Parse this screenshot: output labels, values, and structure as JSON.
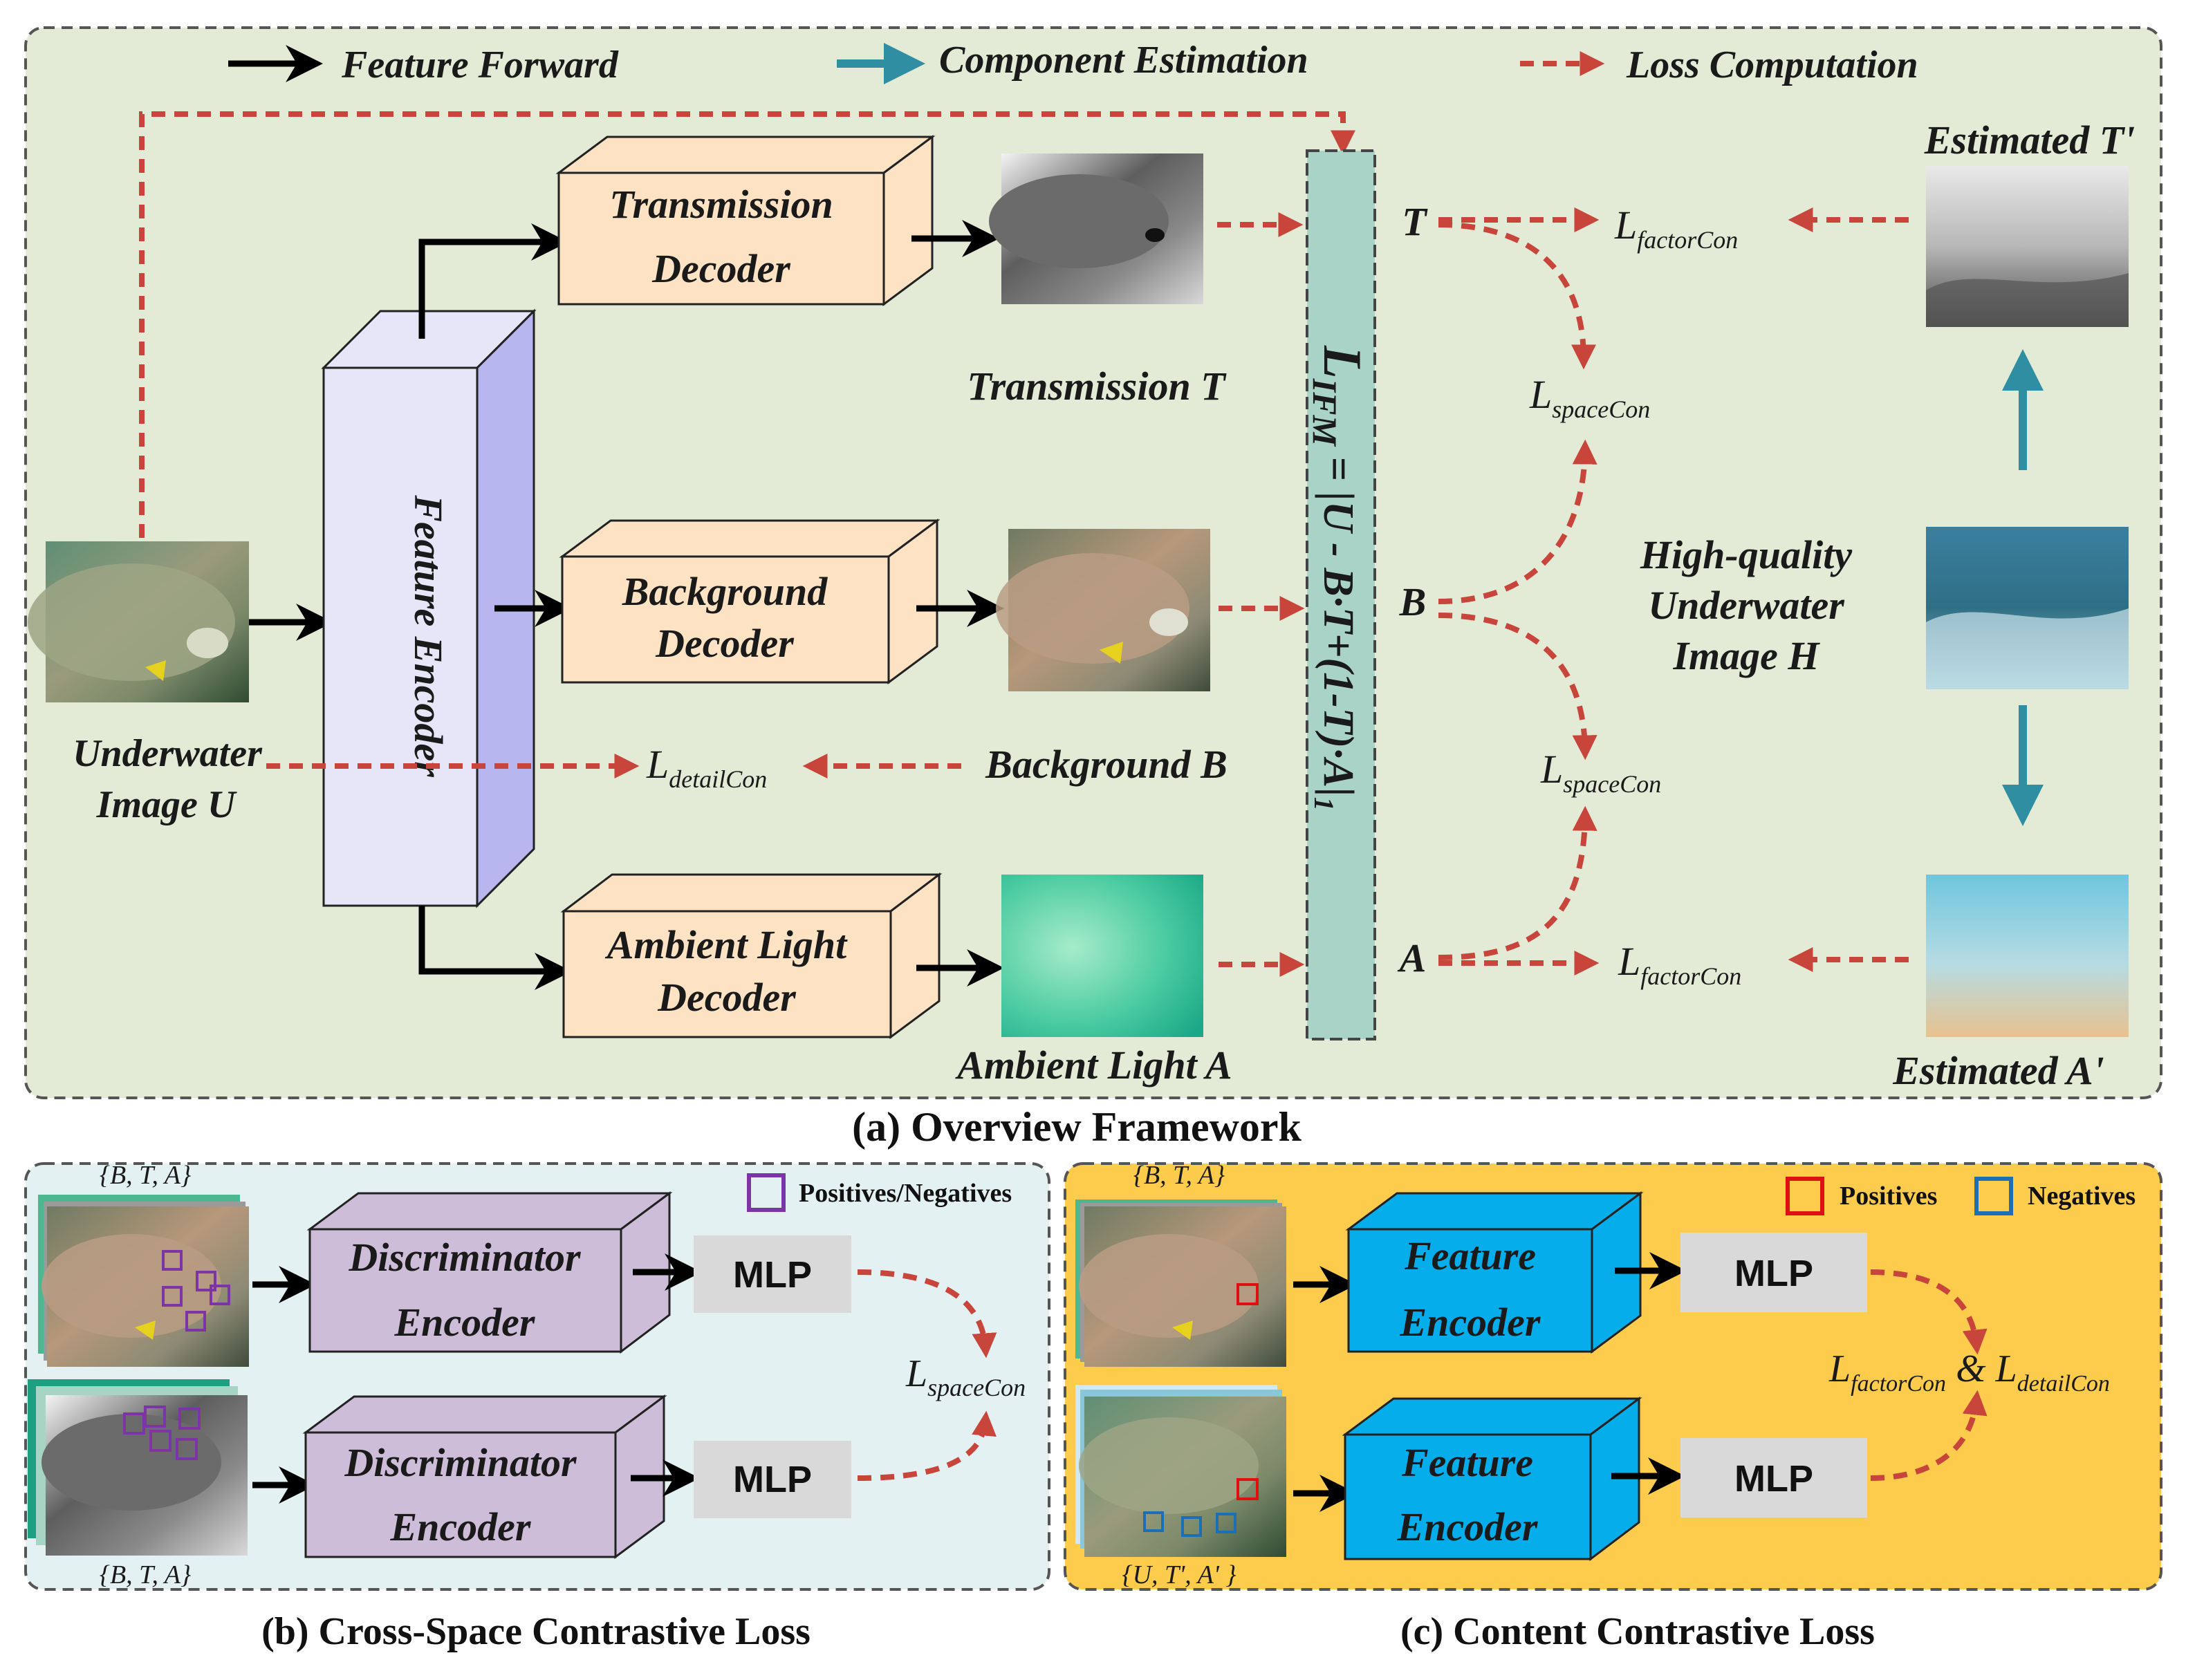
{
  "legend": {
    "feature_forward": "Feature Forward",
    "component_estimation": "Component Estimation",
    "loss_computation": "Loss Computation"
  },
  "panel_a": {
    "title": "(a) Overview Framework",
    "encoder": "Feature Encoder",
    "transmission_decoder": [
      "Transmission",
      "Decoder"
    ],
    "background_decoder": [
      "Background",
      "Decoder"
    ],
    "ambient_decoder": [
      "Ambient Light",
      "Decoder"
    ],
    "input_label": [
      "Underwater",
      "Image U"
    ],
    "transmission_label": "Transmission T",
    "background_label": "Background B",
    "ambient_label": "Ambient Light A",
    "ifm_loss": "L",
    "ifm_sub": "IFM",
    "ifm_formula": " = |U - B·T+(1-T)·A|",
    "ifm_norm": "1",
    "var_t": "T",
    "var_b": "B",
    "var_a": "A",
    "l_factor_top": {
      "base": "L",
      "sub": "factorCon"
    },
    "l_space_top": {
      "base": "L",
      "sub": "spaceCon"
    },
    "l_space_bottom": {
      "base": "L",
      "sub": "spaceCon"
    },
    "l_factor_bottom": {
      "base": "L",
      "sub": "factorCon"
    },
    "l_detail": {
      "base": "L",
      "sub": "detailCon"
    },
    "estimated_t": "Estimated T'",
    "estimated_a": "Estimated A'",
    "hq_label": [
      "High-quality",
      "Underwater",
      "Image H"
    ]
  },
  "panel_b": {
    "title": "(b) Cross-Space Contrastive Loss",
    "set_top": "{B, T, A}",
    "set_bottom": "{B, T, A}",
    "legend": "Positives/Negatives",
    "encoder_top": [
      "Discriminator",
      "Encoder"
    ],
    "encoder_bottom": [
      "Discriminator",
      "Encoder"
    ],
    "mlp_top": "MLP",
    "mlp_bottom": "MLP",
    "loss": {
      "base": "L",
      "sub": "spaceCon"
    }
  },
  "panel_c": {
    "title": "(c) Content Contrastive Loss",
    "set_top": "{B, T, A}",
    "set_bottom": "{U, T', A' }",
    "legend_pos": "Positives",
    "legend_neg": "Negatives",
    "encoder_top": [
      "Feature",
      "Encoder"
    ],
    "encoder_bottom": [
      "Feature",
      "Encoder"
    ],
    "mlp_top": "MLP",
    "mlp_bottom": "MLP",
    "loss_a": {
      "base": "L",
      "sub": "factorCon"
    },
    "loss_amp": " & ",
    "loss_b": {
      "base": "L",
      "sub": "detailCon"
    }
  },
  "colors": {
    "panel_a_bg": "#e3ead6",
    "panel_b_bg": "#e4f1f3",
    "panel_c_bg": "#fecc4d",
    "decoder": "#fde3c4",
    "encoder": "#e6e6f8",
    "encoder_side": "#b7b6ee",
    "ifm_bar": "#a9d3c6",
    "disc_encoder": "#cebdd9",
    "feat_encoder": "#05aeeb",
    "mlp": "#d9d9d9",
    "loss_arrow": "#c8453c",
    "teal_arrow": "#2f8ea1"
  }
}
